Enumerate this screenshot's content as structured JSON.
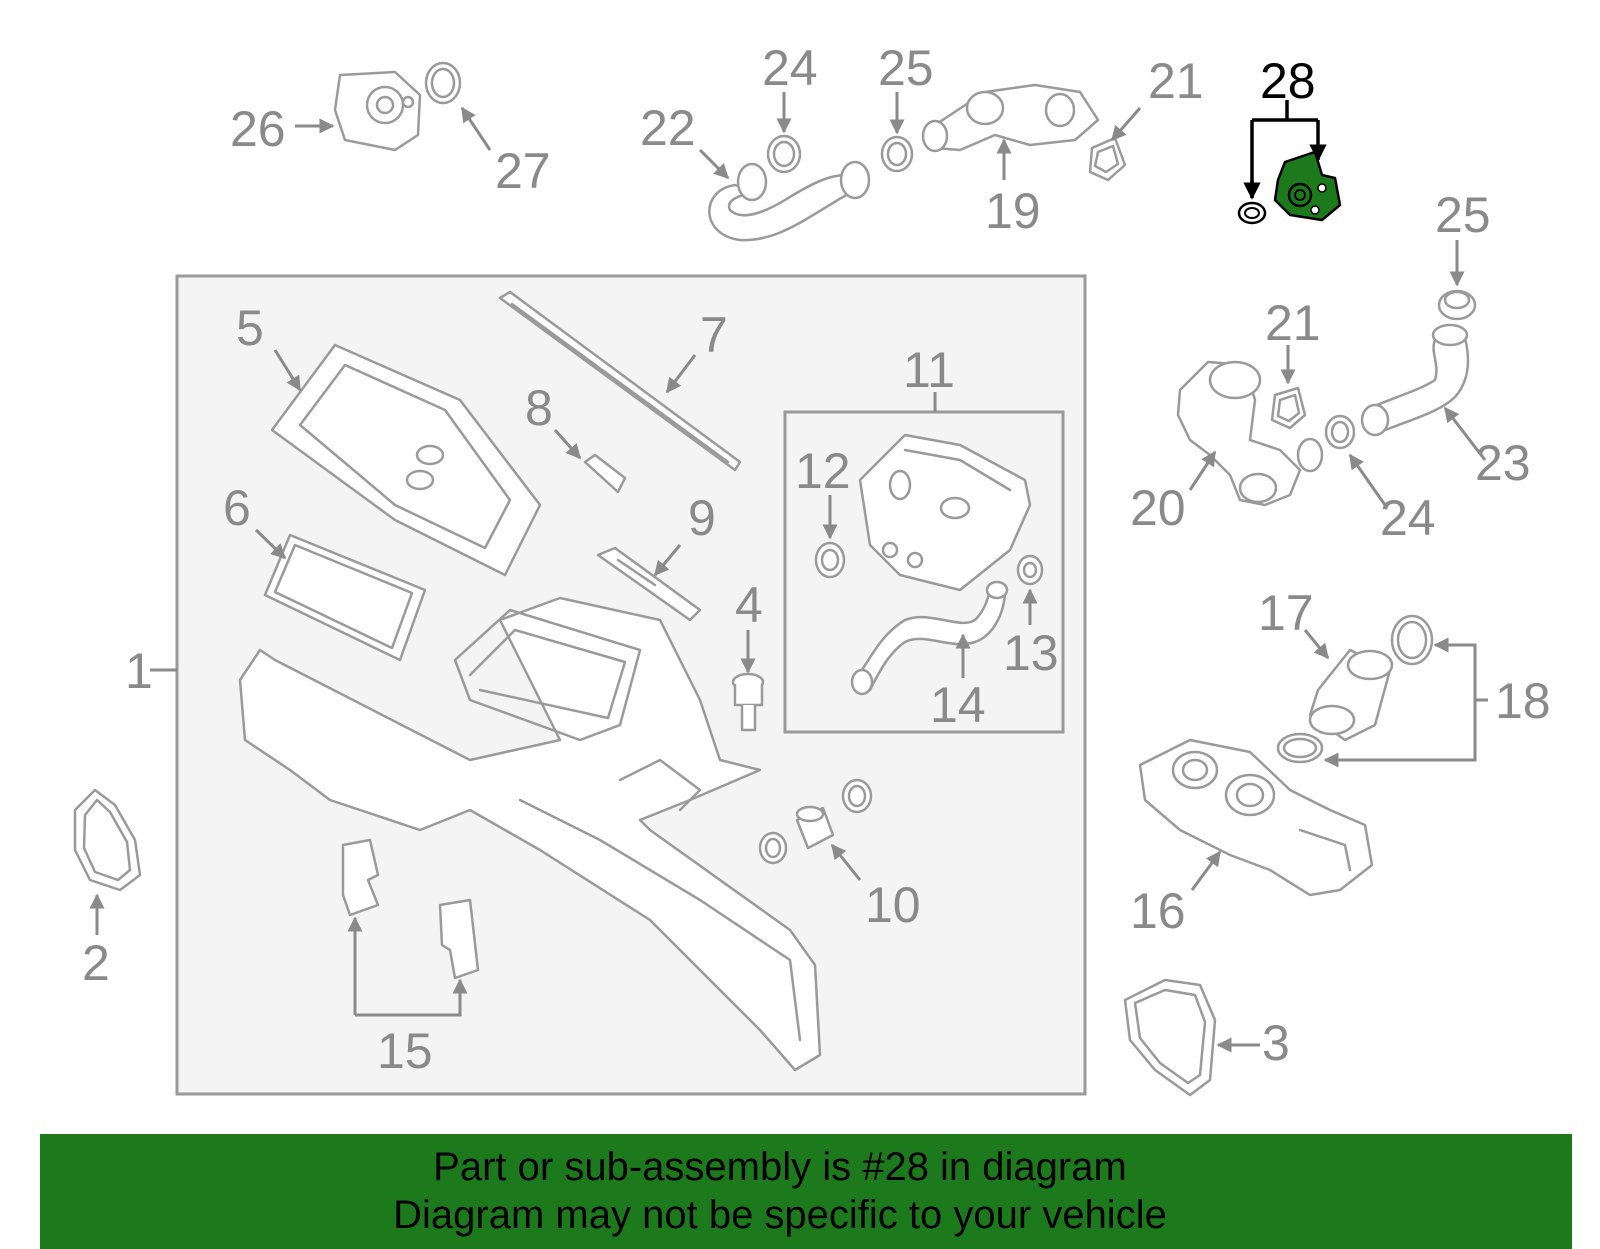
{
  "diagram": {
    "highlight_color": "#1c7a1c",
    "line_color": "#9a9a9a",
    "label_color": "#8a8a8a",
    "box_fill": "#f4f4f4",
    "callouts": {
      "c1": "1",
      "c2": "2",
      "c3": "3",
      "c4": "4",
      "c5": "5",
      "c6": "6",
      "c7": "7",
      "c8": "8",
      "c9": "9",
      "c10": "10",
      "c11": "11",
      "c12": "12",
      "c13": "13",
      "c14": "14",
      "c15": "15",
      "c16": "16",
      "c17": "17",
      "c18": "18",
      "c19": "19",
      "c20": "20",
      "c21a": "21",
      "c21b": "21",
      "c22": "22",
      "c23": "23",
      "c24a": "24",
      "c24b": "24",
      "c25a": "25",
      "c25b": "25",
      "c26": "26",
      "c27": "27",
      "c28": "28"
    }
  },
  "banner": {
    "line1": "Part or sub-assembly is #28 in diagram",
    "line2": "Diagram may not be specific to your vehicle",
    "background": "#1c7a1c"
  }
}
